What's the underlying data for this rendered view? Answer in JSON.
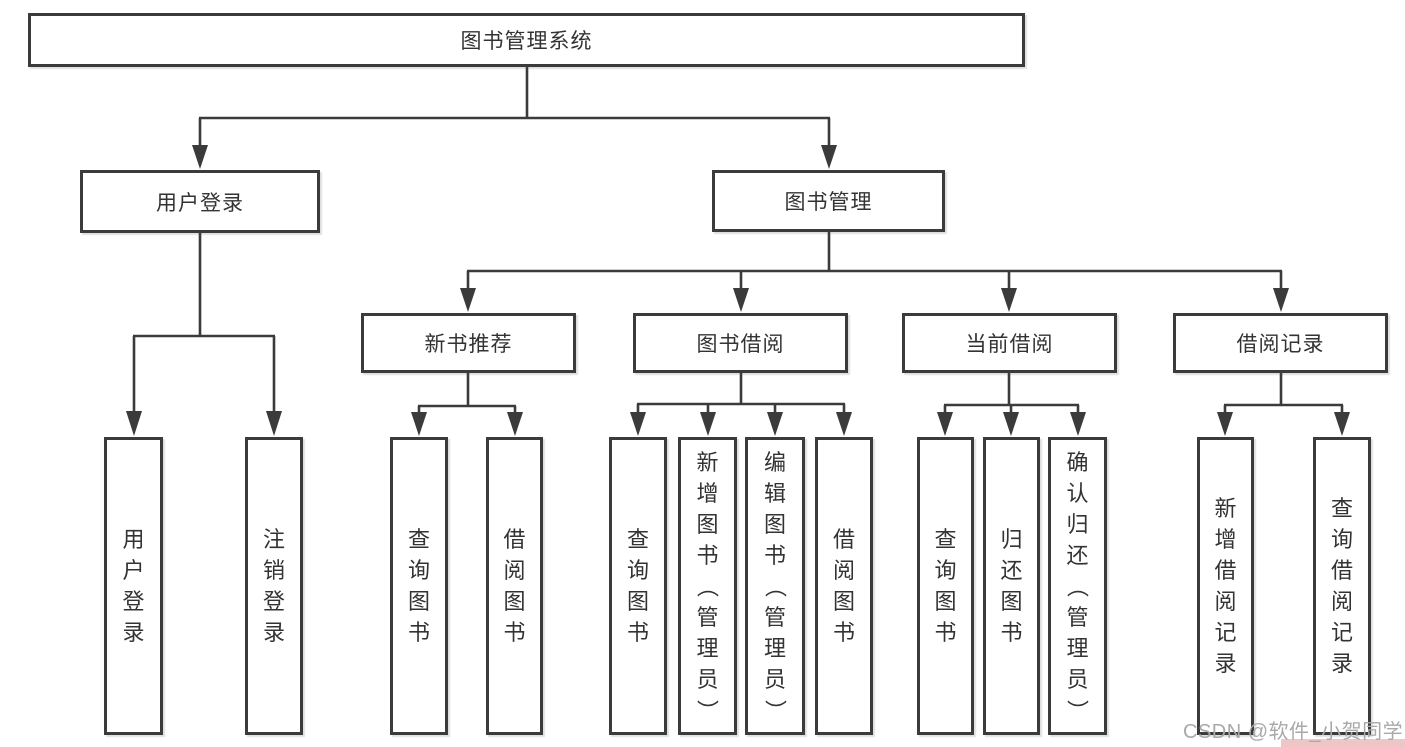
{
  "diagram": {
    "root": {
      "label": "图书管理系统"
    },
    "level2": [
      {
        "label": "用户登录"
      },
      {
        "label": "图书管理"
      }
    ],
    "level3": [
      {
        "parent": "图书管理",
        "label": "新书推荐"
      },
      {
        "parent": "图书管理",
        "label": "图书借阅"
      },
      {
        "parent": "图书管理",
        "label": "当前借阅"
      },
      {
        "parent": "图书管理",
        "label": "借阅记录"
      }
    ],
    "leaves": [
      {
        "parent": "用户登录",
        "label": "用户登录"
      },
      {
        "parent": "用户登录",
        "label": "注销登录"
      },
      {
        "parent": "新书推荐",
        "label": "查询图书"
      },
      {
        "parent": "新书推荐",
        "label": "借阅图书"
      },
      {
        "parent": "图书借阅",
        "label": "查询图书"
      },
      {
        "parent": "图书借阅",
        "label": "新增图书（管理员）"
      },
      {
        "parent": "图书借阅",
        "label": "编辑图书（管理员）"
      },
      {
        "parent": "图书借阅",
        "label": "借阅图书"
      },
      {
        "parent": "当前借阅",
        "label": "查询图书"
      },
      {
        "parent": "当前借阅",
        "label": "归还图书"
      },
      {
        "parent": "当前借阅",
        "label": "确认归还（管理员）"
      },
      {
        "parent": "借阅记录",
        "label": "新增借阅记录"
      },
      {
        "parent": "借阅记录",
        "label": "查询借阅记录"
      }
    ]
  },
  "watermark": {
    "text": "CSDN @软件_小贺同学"
  },
  "colors": {
    "line": "#3b3b3b",
    "border": "#3b3b3b",
    "fill": "#ffffff",
    "text": "#333333",
    "watermark": "#a9a9a9",
    "background": "#ffffff",
    "pink": "#eec6c6"
  }
}
